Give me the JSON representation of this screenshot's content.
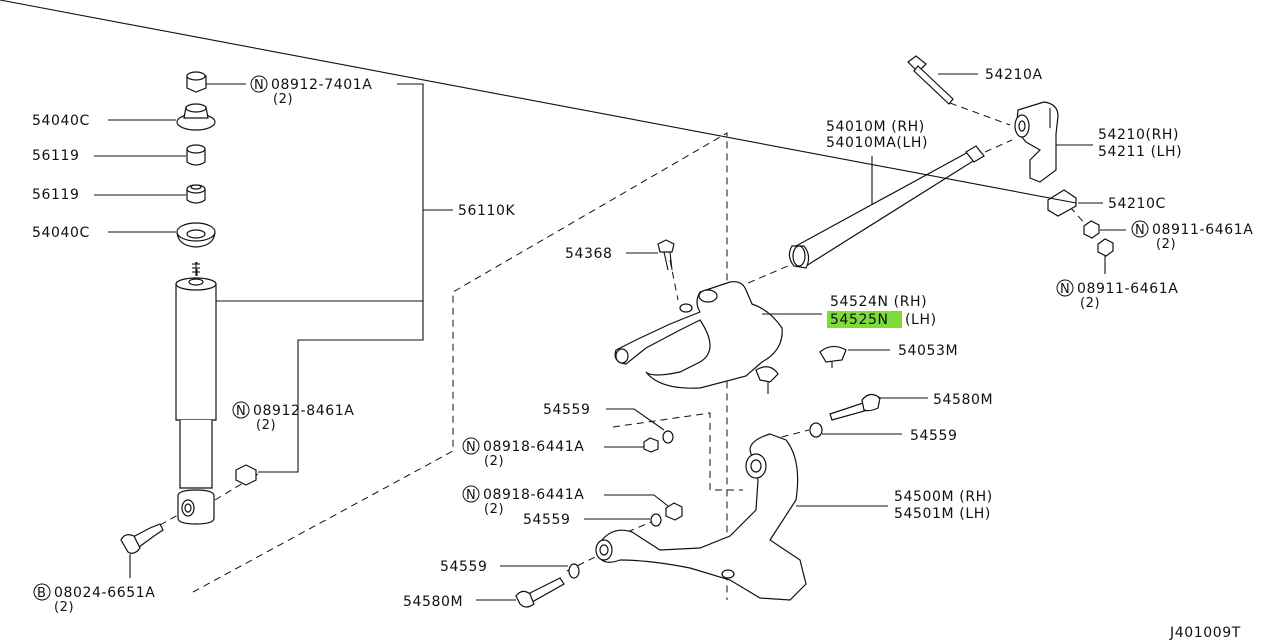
{
  "callouts": {
    "nut_top": {
      "prefix": "N",
      "part": "08912-7401A",
      "qty": "(2)"
    },
    "insulator_upper": "54040C",
    "bushing_upper": "56119",
    "bushing_lower": "56119",
    "insulator_lower": "54040C",
    "shock_absorber": "56110K",
    "nut_shock": {
      "prefix": "N",
      "part": "08912-8461A",
      "qty": "(2)"
    },
    "bolt_shock": {
      "prefix": "B",
      "part": "08024-6651A",
      "qty": "(2)"
    },
    "bolt_upper_link": "54368",
    "upper_link_rh": "54524N (RH)",
    "upper_link_lh_part": "54525N",
    "upper_link_lh_side": "(LH)",
    "bumper_stop": "54053M",
    "tension_rod_rh": "54010M  (RH)",
    "tension_rod_lh": "54010MA(LH)",
    "bolt_bracket": "54210A",
    "bracket_rh": "54210(RH)",
    "bracket_lh": "54211 (LH)",
    "bracket_c": "54210C",
    "nut_bracket_1": {
      "prefix": "N",
      "part": "08911-6461A",
      "qty": "(2)"
    },
    "nut_bracket_2": {
      "prefix": "N",
      "part": "08911-6461A",
      "qty": "(2)"
    },
    "washer_a": "54559",
    "nut_lower_1": {
      "prefix": "N",
      "part": "08918-6441A",
      "qty": "(2)"
    },
    "nut_lower_2": {
      "prefix": "N",
      "part": "08918-6441A",
      "qty": "(2)"
    },
    "washer_b": "54559",
    "washer_c": "54559",
    "washer_d": "54559",
    "bolt_lower_right": "54580M",
    "bolt_lower_left": "54580M",
    "lower_link_rh": "54500M (RH)",
    "lower_link_lh": "54501M (LH)"
  },
  "highlight": {
    "part": "54525N",
    "color": "#7ddc3a"
  },
  "diagram_code": "J401009T"
}
